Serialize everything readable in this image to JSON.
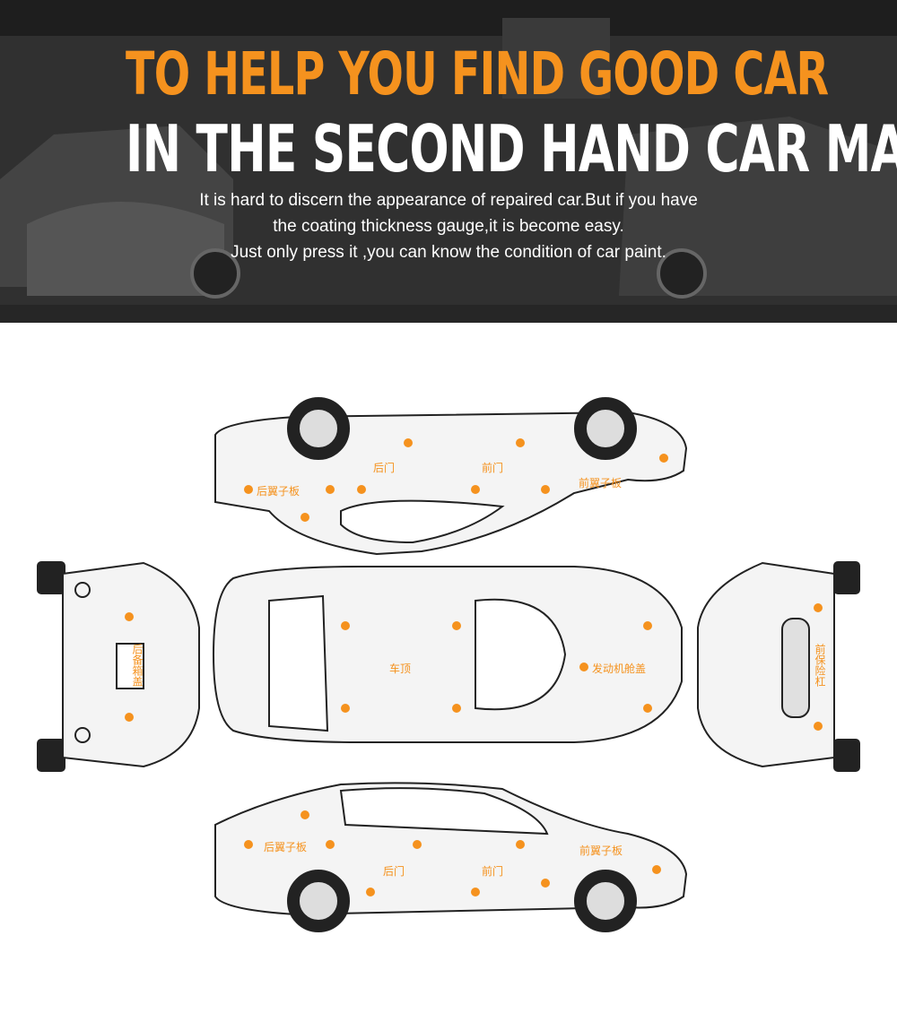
{
  "banner": {
    "headline_line1": "TO HELP YOU FIND GOOD CAR",
    "headline_line2": "IN THE SECOND HAND CAR MARKET",
    "body_lines": [
      "It is hard to discern the appearance of repaired car.But if you have",
      "the coating thickness gauge,it is become easy.",
      "Just only press it ,you can know the condition of car paint."
    ],
    "colors": {
      "accent": "#f5921e",
      "background": "#2f2f2f",
      "text": "#ffffff"
    }
  },
  "diagram": {
    "top_view": {
      "labels": [
        "后翼子板",
        "后门",
        "前门",
        "前翼子板"
      ]
    },
    "roof_view": {
      "labels": [
        "车顶",
        "发动机舱盖"
      ]
    },
    "rear_view": {
      "labels": [
        "后备箱盖"
      ]
    },
    "front_view": {
      "labels": [
        "前保险杠"
      ]
    },
    "bottom_view": {
      "labels": [
        "后翼子板",
        "后门",
        "前门",
        "前翼子板"
      ]
    },
    "marker_color": "#f5921e"
  }
}
